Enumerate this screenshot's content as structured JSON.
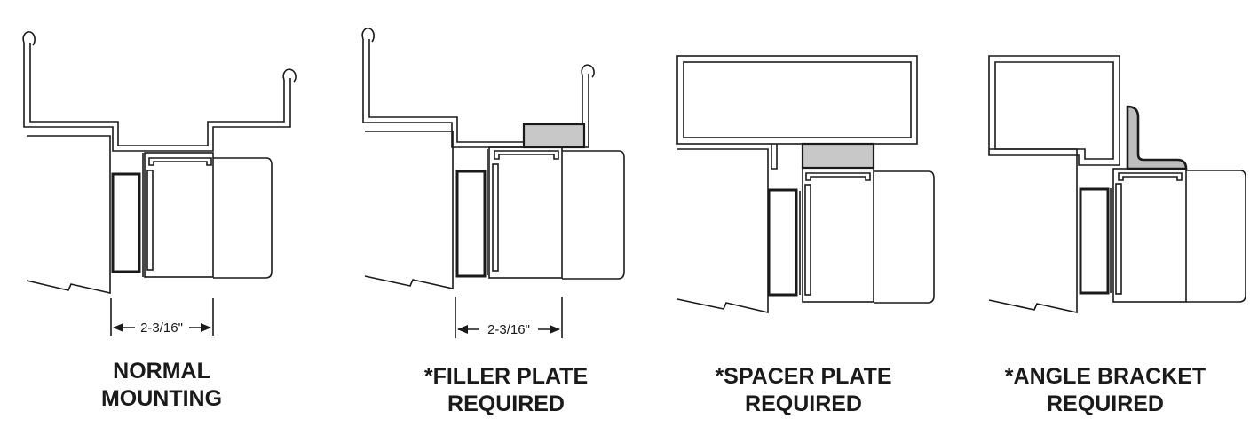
{
  "captions": {
    "normal": {
      "line1": "NORMAL",
      "line2": "MOUNTING"
    },
    "filler": {
      "line1": "*FILLER PLATE",
      "line2": "REQUIRED"
    },
    "spacer": {
      "line1": "*SPACER PLATE",
      "line2": "REQUIRED"
    },
    "angle": {
      "line1": "*ANGLE BRACKET",
      "line2": "REQUIRED"
    }
  },
  "dimensions": {
    "normal": "2-3/16\"",
    "filler": "2-3/16\""
  },
  "colors": {
    "line": "#1a1a1a",
    "plate_fill": "#c8c8c8",
    "bracket_fill": "#bdbdbd",
    "background": "#ffffff"
  }
}
